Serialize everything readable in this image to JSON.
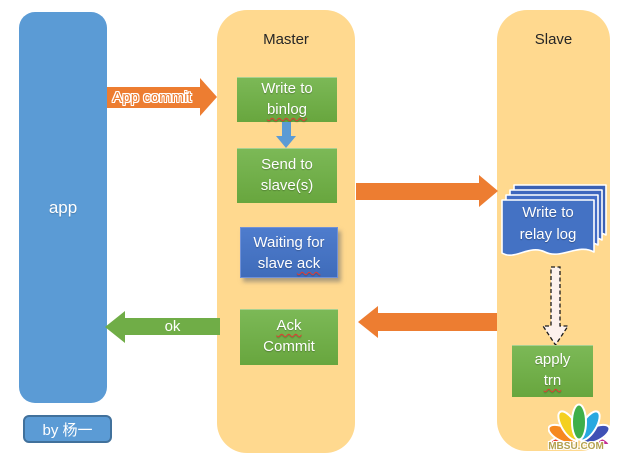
{
  "diagram": {
    "app": {
      "label": "app"
    },
    "byline": "by 杨一",
    "master": {
      "title": "Master",
      "write_binlog": {
        "line1": "Write to",
        "line2": "binlog"
      },
      "send_slaves": {
        "line1": "Send to",
        "line2": "slave(s)"
      },
      "wait_ack": {
        "line1": "Waiting for",
        "line2a": "slave ",
        "line2b": "ack"
      },
      "ack_commit": {
        "line1": "Ack",
        "line2": "Commit"
      }
    },
    "slave": {
      "title": "Slave",
      "write_relay": {
        "line1": "Write to",
        "line2": "relay log"
      },
      "apply_trn": {
        "line1": "apply",
        "line2": "trn"
      }
    },
    "arrows": {
      "app_commit_label": "App commit",
      "ok_label": "ok"
    },
    "edges": [
      {
        "from": "app",
        "to": "master.write_binlog",
        "label": "App commit",
        "color": "orange"
      },
      {
        "from": "master.write_binlog",
        "to": "master.send_slaves",
        "label": "",
        "color": "blue"
      },
      {
        "from": "master.send_slaves",
        "to": "slave.write_relay",
        "label": "",
        "color": "orange"
      },
      {
        "from": "slave.write_relay",
        "to": "slave.apply_trn",
        "label": "",
        "style": "dashed"
      },
      {
        "from": "slave",
        "to": "master.ack_commit",
        "label": "",
        "color": "orange"
      },
      {
        "from": "master.ack_commit",
        "to": "app",
        "label": "ok",
        "color": "green"
      }
    ]
  },
  "watermark": {
    "text": "MBSU.COM",
    "petal_colors": [
      "#e23b2e",
      "#f6881f",
      "#f4d01f",
      "#3faf49",
      "#28a8e0",
      "#3f51b5",
      "#c52f93"
    ]
  },
  "colors": {
    "column_fill": "#FFD98F",
    "green_node": "#70AD47",
    "blue_node": "#4472C4",
    "app_blue": "#5B9BD5",
    "arrow_orange": "#ED7D31",
    "arrow_green": "#70AD47",
    "squiggle_red": "#E03C31"
  }
}
